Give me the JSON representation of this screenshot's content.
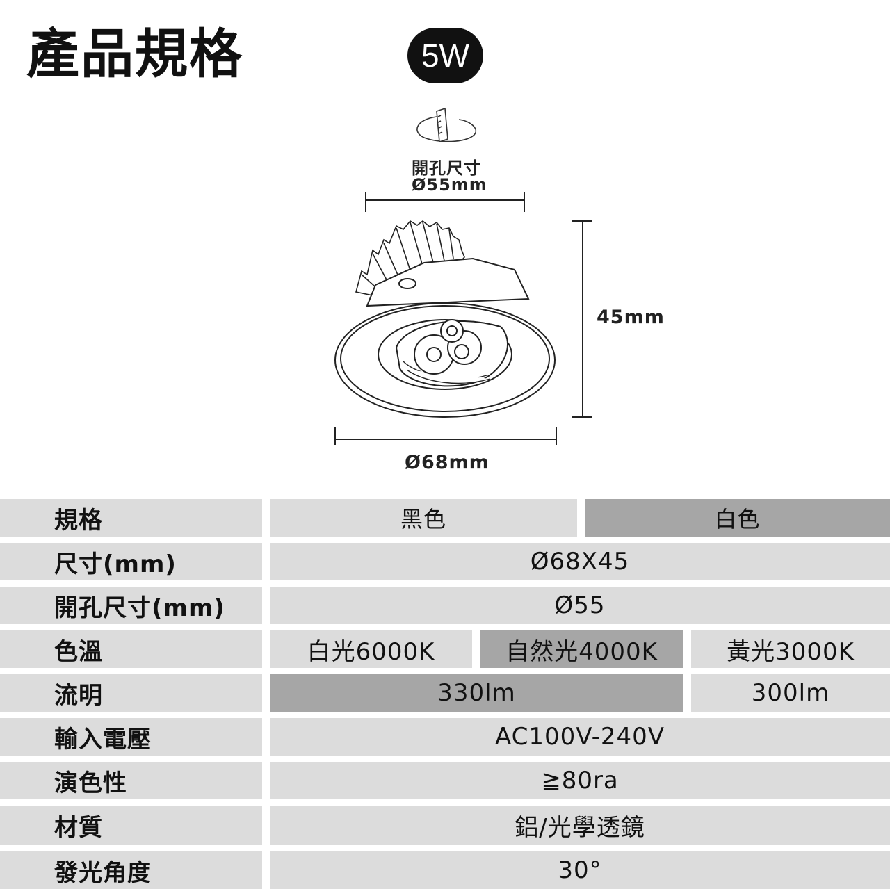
{
  "page": {
    "title": "產品規格",
    "wattage": "5W"
  },
  "drawing": {
    "cutout_label": "開孔尺寸",
    "cutout_value": "Ø55mm",
    "height_value": "45mm",
    "diameter_value": "Ø68mm"
  },
  "table": {
    "rows": [
      {
        "label": "規格",
        "cells": [
          "黑色",
          "白色"
        ]
      },
      {
        "label": "尺寸(mm)",
        "cells": [
          "Ø68X45"
        ]
      },
      {
        "label": "開孔尺寸(mm)",
        "cells": [
          "Ø55"
        ]
      },
      {
        "label": "色溫",
        "cells": [
          "白光6000K",
          "自然光4000K",
          "黃光3000K"
        ]
      },
      {
        "label": "流明",
        "cells": [
          "330lm",
          "300lm"
        ]
      },
      {
        "label": "輸入電壓",
        "cells": [
          "AC100V-240V"
        ]
      },
      {
        "label": "演色性",
        "cells": [
          "≧80ra"
        ]
      },
      {
        "label": "材質",
        "cells": [
          "鋁/光學透鏡"
        ]
      },
      {
        "label": "發光角度",
        "cells": [
          "30°"
        ]
      }
    ]
  }
}
